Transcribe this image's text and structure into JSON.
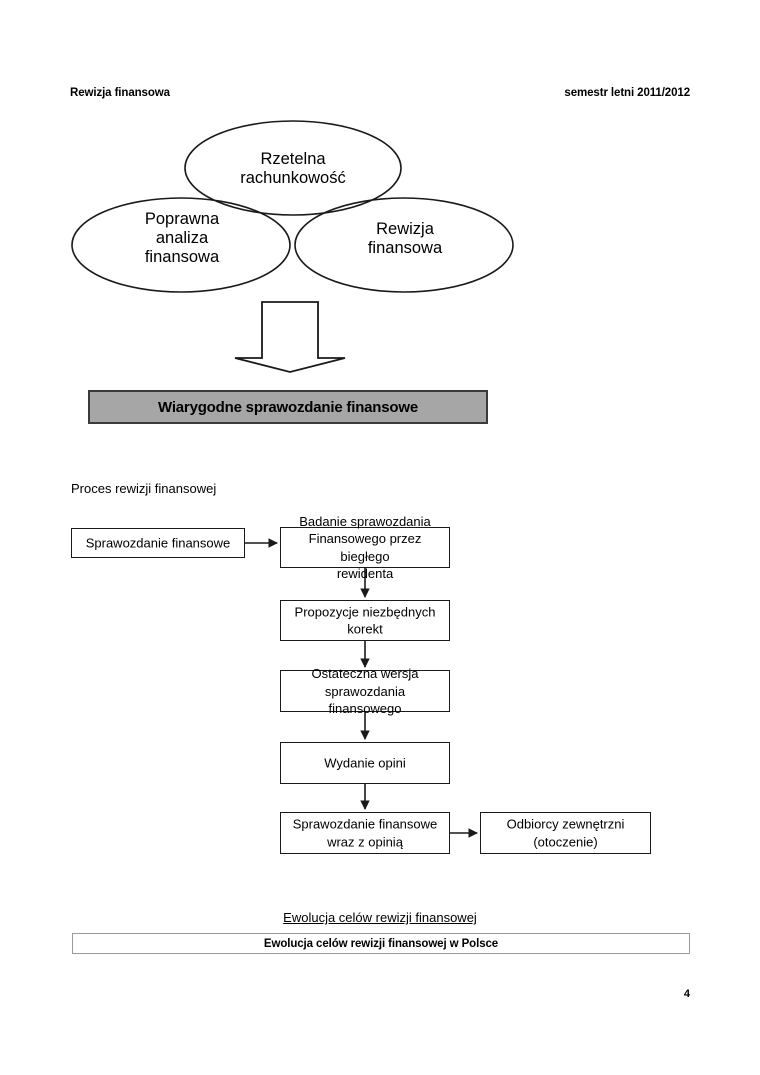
{
  "header": {
    "left": "Rewizja finansowa",
    "right": "semestr letni 2011/2012"
  },
  "venn": {
    "top_ellipse": "Rzetelna\nrachunkowość",
    "left_ellipse": "Poprawna\nanaliza\nfinansowa",
    "right_ellipse": "Rewizja\nfinansowa"
  },
  "arrow": {
    "name": "down-block-arrow"
  },
  "banner": {
    "text": "Wiarygodne sprawozdanie finansowe",
    "fill": "#a6a6a6",
    "border": "#3b3b3b"
  },
  "flow": {
    "caption": "Proces rewizji finansowej",
    "boxes": [
      {
        "id": 1,
        "text": "Sprawozdanie finansowe"
      },
      {
        "id": 2,
        "text": "Badanie sprawozdania\nFinansowego przez\nbiegłego\nrewidenta"
      },
      {
        "id": 3,
        "text": "Propozycje niezbędnych\nkorekt"
      },
      {
        "id": 4,
        "text": "Ostateczna wersja\nsprawozdania\nfinansowego"
      },
      {
        "id": 5,
        "text": "Wydanie opini"
      },
      {
        "id": 6,
        "text": "Sprawozdanie finansowe\nwraz z opinią"
      },
      {
        "id": 7,
        "text": "Odbiorcy zewnętrzni\n(otoczenie)"
      }
    ]
  },
  "evolution": {
    "title": "Ewolucja celów rewizji finansowej ",
    "bar_text": "Ewolucja celów rewizji finansowej w Polsce"
  },
  "footer": {
    "page_number": "4"
  }
}
